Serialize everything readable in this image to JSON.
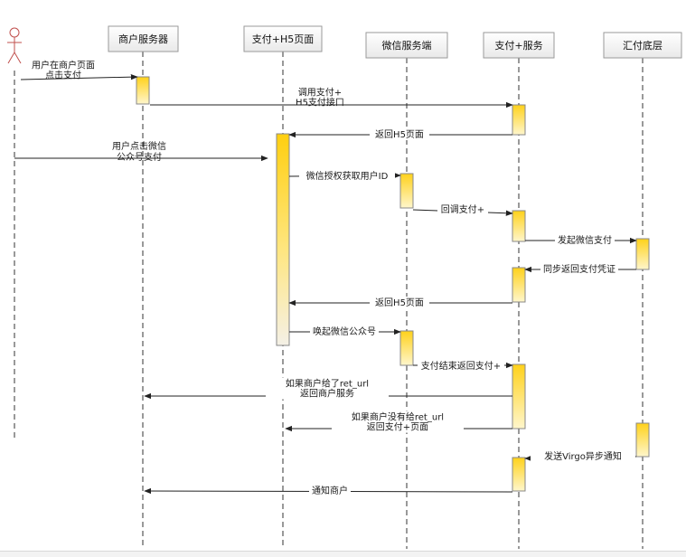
{
  "participants": [
    {
      "id": "user",
      "label": ""
    },
    {
      "id": "merchant",
      "label": "商户服务器"
    },
    {
      "id": "h5",
      "label": "支付+H5页面"
    },
    {
      "id": "wechat",
      "label": "微信服务端"
    },
    {
      "id": "pay",
      "label": "支付+服务"
    },
    {
      "id": "huifu",
      "label": "汇付底层"
    }
  ],
  "messages": [
    {
      "id": "m1",
      "from": "user",
      "to": "merchant",
      "lines": [
        "用户在商户页面",
        "点击支付"
      ]
    },
    {
      "id": "m2",
      "from": "merchant",
      "to": "pay",
      "lines": [
        "调用支付+",
        "H5支付接口"
      ]
    },
    {
      "id": "m3",
      "from": "pay",
      "to": "h5",
      "lines": [
        "返回H5页面"
      ]
    },
    {
      "id": "m4",
      "from": "user",
      "to": "h5",
      "lines": [
        "用户点击微信",
        "公众号支付"
      ]
    },
    {
      "id": "m5",
      "from": "h5",
      "to": "wechat",
      "lines": [
        "微信授权获取用户ID"
      ]
    },
    {
      "id": "m6",
      "from": "wechat",
      "to": "pay",
      "lines": [
        "回调支付+"
      ]
    },
    {
      "id": "m7",
      "from": "pay",
      "to": "huifu",
      "lines": [
        "发起微信支付"
      ]
    },
    {
      "id": "m8",
      "from": "huifu",
      "to": "pay",
      "lines": [
        "同步返回支付凭证"
      ]
    },
    {
      "id": "m9",
      "from": "pay",
      "to": "h5",
      "lines": [
        "返回H5页面"
      ]
    },
    {
      "id": "m10",
      "from": "h5",
      "to": "wechat",
      "lines": [
        "唤起微信公众号"
      ]
    },
    {
      "id": "m11",
      "from": "wechat",
      "to": "pay",
      "lines": [
        "支付结束返回支付+"
      ]
    },
    {
      "id": "m12",
      "from": "pay",
      "to": "merchant",
      "lines": [
        "如果商户给了ret_url",
        "返回商户服务"
      ]
    },
    {
      "id": "m13",
      "from": "pay",
      "to": "h5",
      "lines": [
        "如果商户没有给ret_url",
        "返回支付+页面"
      ]
    },
    {
      "id": "m14",
      "from": "huifu",
      "to": "pay",
      "lines": [
        "发送Virgo异步通知"
      ]
    },
    {
      "id": "m15",
      "from": "pay",
      "to": "merchant",
      "lines": [
        "通知商户"
      ]
    }
  ],
  "icons": {
    "actor": "stick-figure-icon"
  },
  "colors": {
    "activation_top": "#ffd11a",
    "activation_bottom": "#fff3c0",
    "line": "#222222",
    "header_fill": "#f4f4f4"
  }
}
